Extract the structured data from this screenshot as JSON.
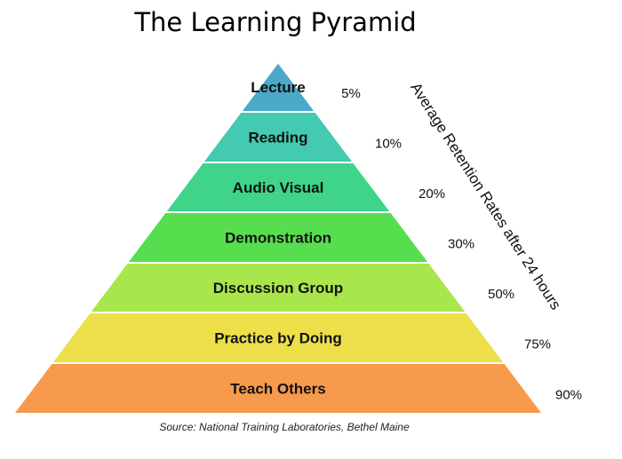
{
  "title": "The Learning Pyramid",
  "side_label": "Average Retention Rates after 24 hours",
  "source": "Source:  National Training Laboratories, Bethel Maine",
  "levels": [
    {
      "label": "Lecture",
      "rate": "5%",
      "color": "#4ba8c9"
    },
    {
      "label": "Reading",
      "rate": "10%",
      "color": "#43cab0"
    },
    {
      "label": "Audio Visual",
      "rate": "20%",
      "color": "#3fd48a"
    },
    {
      "label": "Demonstration",
      "rate": "30%",
      "color": "#57de4f"
    },
    {
      "label": "Discussion Group",
      "rate": "50%",
      "color": "#a9e64c"
    },
    {
      "label": "Practice by Doing",
      "rate": "75%",
      "color": "#ecdf4a"
    },
    {
      "label": "Teach Others",
      "rate": "90%",
      "color": "#f79a4d"
    }
  ]
}
